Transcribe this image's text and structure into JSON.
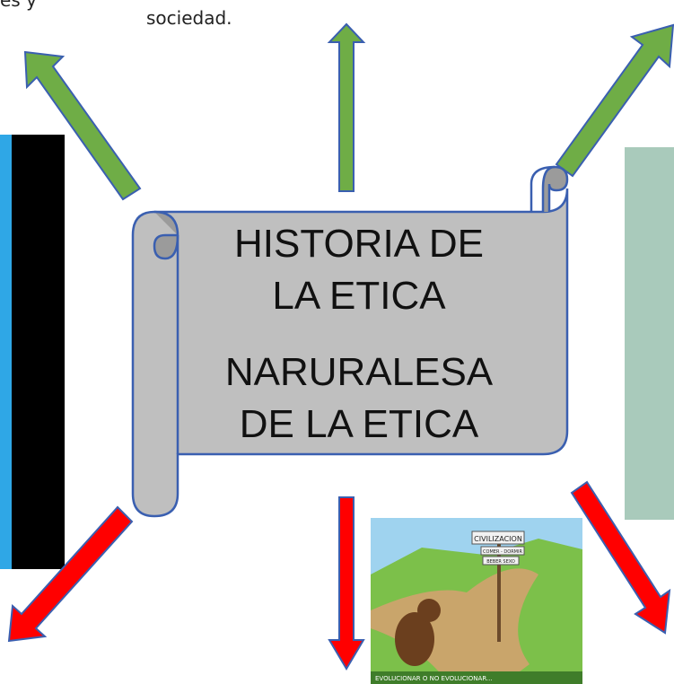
{
  "top_text": {
    "left_fragment": "es y",
    "center": "sociedad."
  },
  "scroll": {
    "line1": "HISTORIA DE",
    "line2": "LA ETICA",
    "line3": "NARURALESA",
    "line4": "DE LA ETICA"
  },
  "cartoon": {
    "signpost": "CIVILIZACION",
    "sign2": "COMER - DORMIR",
    "sign3": "BEBER SEXO",
    "caption": "EVOLUCIONAR O NO EVOLUCIONAR..."
  },
  "colors": {
    "up_arrow": "#6fad46",
    "down_arrow": "#ff0000",
    "arrow_outline": "#3a5fb0",
    "scroll_fill": "#bfbfbf",
    "scroll_outline": "#3a5fb0",
    "left_panel_black": "#000000",
    "left_panel_blue": "#2fa7e6",
    "right_panel": "#a9cabb"
  }
}
